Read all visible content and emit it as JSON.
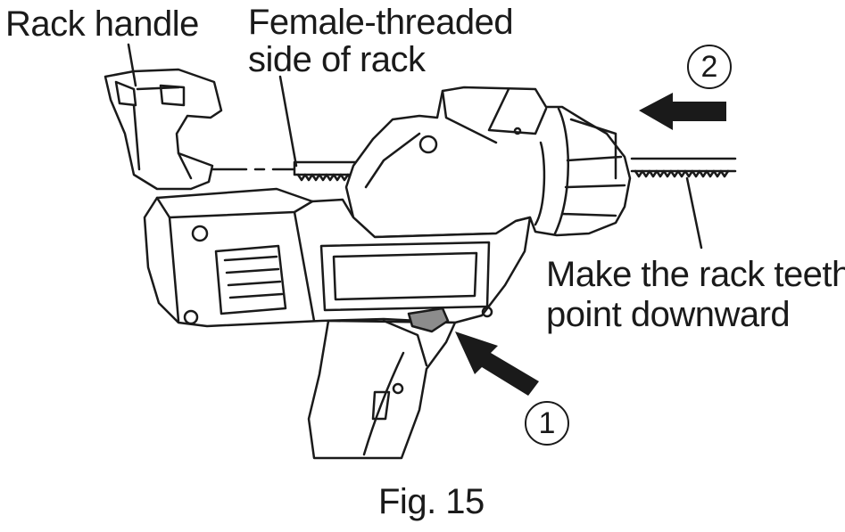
{
  "labels": {
    "rack_handle": "Rack handle",
    "female_line1": "Female-threaded",
    "female_line2": "side of rack",
    "teeth_line1": "Make the rack teeth",
    "teeth_line2": "point downward",
    "step_1": "1",
    "step_2": "2",
    "figure_caption": "Fig. 15"
  },
  "colors": {
    "line": "#1a1a1a",
    "tool_fill": "#ffffff",
    "button_fill": "#8c8c8c",
    "arrow_fill": "#1a1a1a"
  }
}
